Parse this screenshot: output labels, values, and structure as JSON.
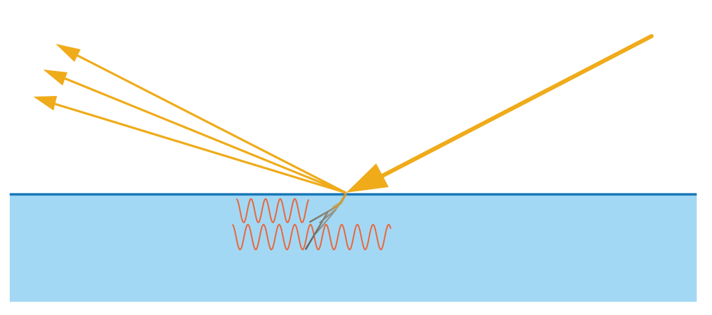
{
  "colors": {
    "background": "#ffffff",
    "medium": "#a3d8f4",
    "surface_line": "#1677b7",
    "ray": "#efab1a",
    "wave": "#e9663a",
    "transmitted_ray": "#6b6b6b"
  },
  "diagram": {
    "incident_rays": 1,
    "reflected_rays": 3,
    "transmitted_rays": 2,
    "wave_rows": 2
  }
}
